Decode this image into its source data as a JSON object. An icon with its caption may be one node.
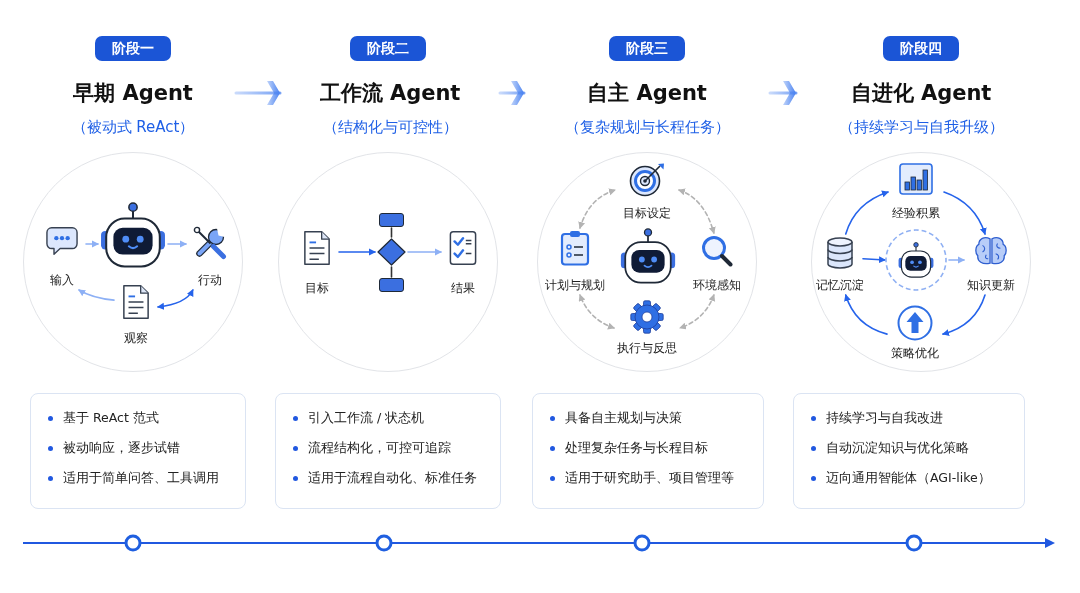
{
  "diagram": {
    "nodes": [
      {
        "text": [
          "阶段一"
        ]
      },
      {
        "text": [
          "早期 Agent",
          "（被动式 ReAct）"
        ]
      },
      {
        "text": [
          "阶段二"
        ]
      },
      {
        "text": [
          "工作流 Agent",
          "（结构化与可控性）"
        ]
      },
      {
        "text": [
          "阶段三"
        ]
      },
      {
        "text": [
          "自主 Agent",
          "（复杂规划与长程任务）"
        ]
      },
      {
        "text": [
          "阶段四"
        ]
      },
      {
        "text": [
          "自进化 Agent",
          "（持续学习与自我升级）"
        ]
      },
      {
        "text": [],
        "shape": "circle"
      },
      {
        "text": [],
        "shape": "picture",
        "in": 8
      },
      {
        "text": [
          "输入"
        ],
        "in": 8
      },
      {
        "text": [
          "行动"
        ],
        "in": 8
      },
      {
        "text": [
          "观察"
        ],
        "in": 8
      },
      {
        "text": [],
        "shape": "circle"
      },
      {
        "text": [
          "目标"
        ],
        "in": 13
      },
      {
        "text": [],
        "shape": "box",
        "in": 13
      },
      {
        "text": [],
        "shape": "diamond",
        "in": 13
      },
      {
        "text": [],
        "shape": "box",
        "in": 13
      },
      {
        "text": [
          "结果"
        ],
        "in": 13
      },
      {
        "text": [],
        "shape": "circle"
      },
      {
        "text": [
          "目标设定"
        ],
        "in": 19
      },
      {
        "text": [
          "计划与规划"
        ],
        "in": 19
      },
      {
        "text": [],
        "shape": "picture",
        "in": 19
      },
      {
        "text": [
          "环境感知"
        ],
        "in": 19
      },
      {
        "text": [
          "执行与反思"
        ],
        "in": 19
      },
      {
        "text": [],
        "shape": "circle"
      },
      {
        "text": [
          "经验积累"
        ],
        "in": 25
      },
      {
        "text": [
          "记忆沉淀"
        ],
        "in": 25
      },
      {
        "text": [],
        "shape": "circle",
        "in": 25
      },
      {
        "text": [],
        "shape": "picture",
        "in": 28
      },
      {
        "text": [
          "知识更新"
        ],
        "in": 25
      },
      {
        "text": [
          "策略优化"
        ],
        "in": 25
      },
      {
        "text": [
          "基于 ReAct 范式",
          "被动响应，逐步试错",
          "适用于简单问答、工具调用"
        ]
      },
      {
        "text": [
          "引入工作流 / 状态机",
          "流程结构化，可控可追踪",
          "适用于流程自动化、标准任务"
        ]
      },
      {
        "text": [
          "具备自主规划与决策",
          "处理复杂任务与长程目标",
          "适用于研究助手、项目管理等"
        ]
      },
      {
        "text": [
          "持续学习与自我改进",
          "自动沉淀知识与优化策略",
          "迈向通用智能体（AGI-like）"
        ]
      }
    ],
    "edges": [
      {
        "from": 1,
        "to": 3,
        "arrow": "to",
        "color": "#4c84f1"
      },
      {
        "from": 3,
        "to": 5,
        "arrow": "to",
        "color": "#4c84f1"
      },
      {
        "from": 5,
        "to": 7,
        "arrow": "to",
        "color": "#4c84f1"
      },
      {
        "from": 10,
        "to": 9,
        "arrow": "to",
        "color": "#8db0f5"
      },
      {
        "from": 9,
        "to": 11,
        "arrow": "to",
        "color": "#8db0f5"
      },
      {
        "from": 11,
        "to": 12,
        "arrow": "both"
      },
      {
        "from": 12,
        "to": 10,
        "arrow": "to",
        "color": "#8db0f5"
      },
      {
        "from": 14,
        "to": 16,
        "arrow": "to"
      },
      {
        "from": 15,
        "to": 16,
        "arrow": "none",
        "color": "#333333"
      },
      {
        "from": 16,
        "to": 17,
        "arrow": "none",
        "color": "#333333"
      },
      {
        "from": 16,
        "to": 18,
        "arrow": "to",
        "color": "#8db0f5"
      },
      {
        "from": 20,
        "to": 23,
        "arrow": "both",
        "style": "dashed",
        "color": "#b3b3b3"
      },
      {
        "from": 23,
        "to": 24,
        "arrow": "both",
        "style": "dashed",
        "color": "#b3b3b3"
      },
      {
        "from": 24,
        "to": 21,
        "arrow": "both",
        "style": "dashed",
        "color": "#b3b3b3"
      },
      {
        "from": 21,
        "to": 20,
        "arrow": "both",
        "style": "dashed",
        "color": "#b3b3b3"
      },
      {
        "from": 27,
        "to": 26,
        "arrow": "to"
      },
      {
        "from": 26,
        "to": 30,
        "arrow": "to"
      },
      {
        "from": 30,
        "to": 31,
        "arrow": "to"
      },
      {
        "from": 31,
        "to": 27,
        "arrow": "to"
      },
      {
        "from": 27,
        "to": 28,
        "arrow": "to"
      },
      {
        "from": 28,
        "to": 30,
        "arrow": "to",
        "color": "#8db0f5"
      }
    ]
  }
}
